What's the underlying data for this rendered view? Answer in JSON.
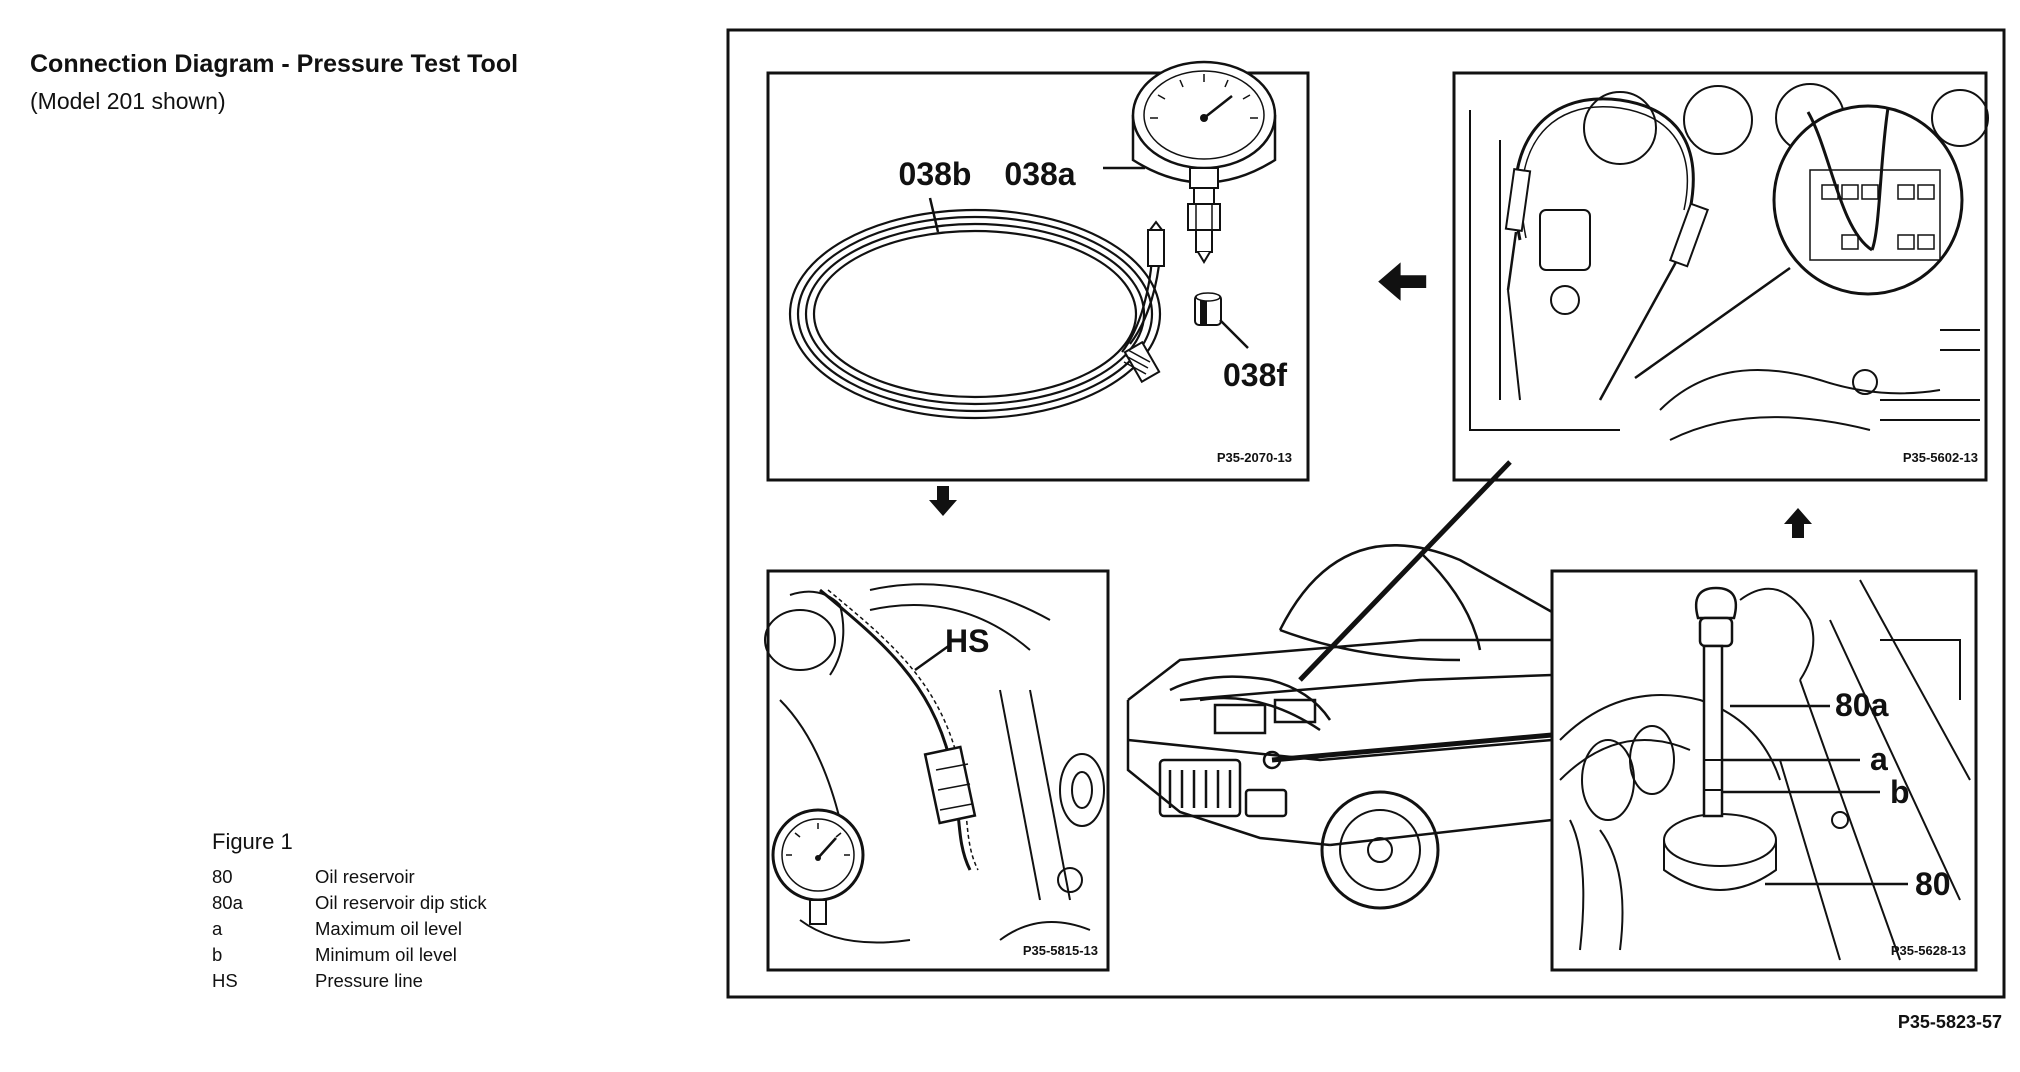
{
  "header": {
    "title": "Connection Diagram - Pressure Test Tool",
    "subtitle": "(Model 201 shown)"
  },
  "figure": {
    "label": "Figure 1",
    "legend": [
      {
        "key": "80",
        "desc": "Oil reservoir"
      },
      {
        "key": "80a",
        "desc": "Oil reservoir dip stick"
      },
      {
        "key": "a",
        "desc": "Maximum oil level"
      },
      {
        "key": "b",
        "desc": "Minimum oil level"
      },
      {
        "key": "HS",
        "desc": "Pressure line"
      }
    ],
    "code": "P35-5823-57"
  },
  "panels": {
    "gauge": {
      "code": "P35-2070-13",
      "labels": {
        "hose": "038b",
        "gauge": "038a",
        "fitting": "038f"
      }
    },
    "connector": {
      "code": "P35-5602-13"
    },
    "pressure_line": {
      "code": "P35-5815-13",
      "labels": {
        "line": "HS"
      }
    },
    "reservoir": {
      "code": "P35-5628-13",
      "labels": {
        "dipstick": "80a",
        "max": "a",
        "min": "b",
        "reservoir": "80"
      }
    }
  },
  "icons": [
    "arrow-left-icon",
    "arrow-down-icon",
    "arrow-up-icon"
  ]
}
